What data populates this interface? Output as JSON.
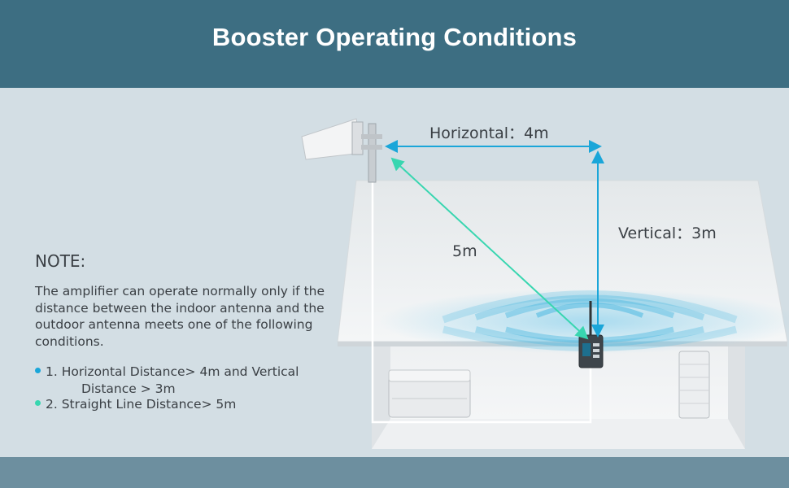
{
  "header": {
    "title": "Booster Operating Conditions"
  },
  "note": {
    "heading": "NOTE:",
    "body": "The amplifier can operate normally only if the distance between the indoor antenna and the outdoor antenna meets one of the following conditions.",
    "conditions": [
      {
        "line1": "1. Horizontal Distance> 4m and Vertical",
        "line2": "Distance > 3m",
        "bullet_color": "#1aa6d9"
      },
      {
        "line1": "2. Straight Line Distance> 5m",
        "bullet_color": "#38d6b0"
      }
    ]
  },
  "diagram": {
    "horizontal_label": "Horizontal：4m",
    "vertical_label": "Vertical：3m",
    "straight_label": "5m"
  },
  "colors": {
    "header_bg": "#3d6e82",
    "footer_bg": "#6d8f9f",
    "page_bg": "#d3dee4",
    "measure_blue": "#1aa6d9",
    "measure_green": "#38d6b0",
    "signal_waves": "#4bb8e0"
  }
}
